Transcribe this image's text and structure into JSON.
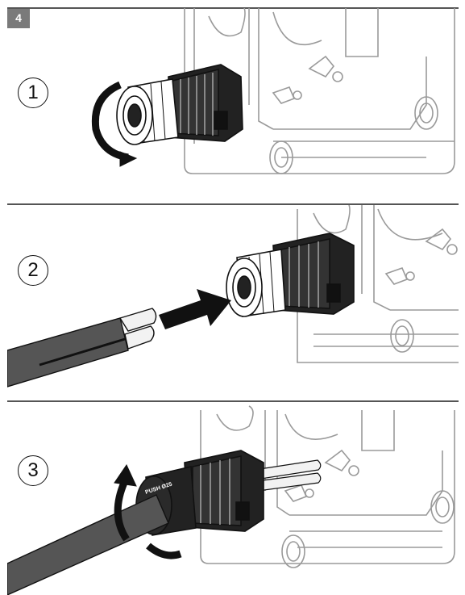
{
  "figure": {
    "number": "4"
  },
  "steps": [
    {
      "number": "1"
    },
    {
      "number": "2"
    },
    {
      "number": "3"
    }
  ],
  "gland_marking": "PUSH Ø25",
  "colors": {
    "badge": "#7a7a7a",
    "line": "#111111",
    "housing": "#9a9a9a",
    "cable": "#555555",
    "arrow": "#111111"
  }
}
